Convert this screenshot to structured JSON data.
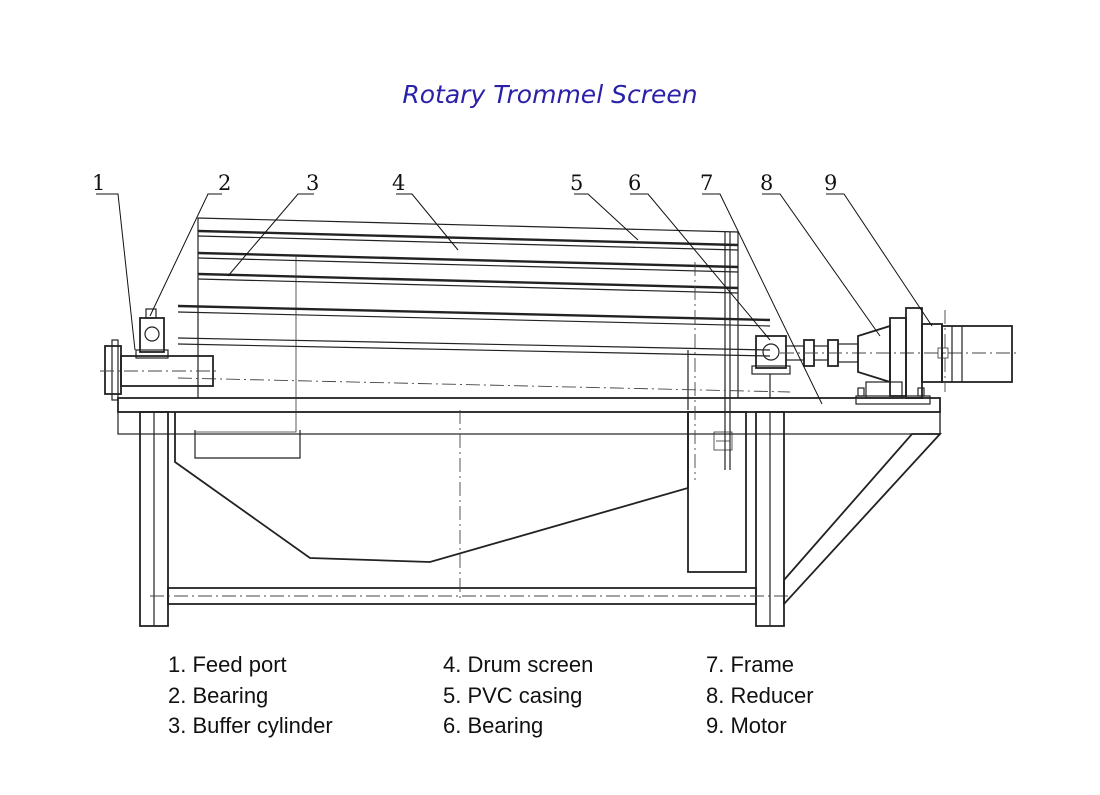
{
  "title": "Rotary Trommel Screen",
  "callouts": [
    "1",
    "2",
    "3",
    "4",
    "5",
    "6",
    "7",
    "8",
    "9"
  ],
  "legend": {
    "col1": [
      "1. Feed port",
      "2. Bearing",
      "3. Buffer cylinder"
    ],
    "col2": [
      "4. Drum screen",
      "5. PVC casing",
      "6. Bearing"
    ],
    "col3": [
      "7. Frame",
      "8. Reducer",
      "9. Motor"
    ]
  },
  "colors": {
    "title": "#2b21a8",
    "line": "#222222"
  }
}
